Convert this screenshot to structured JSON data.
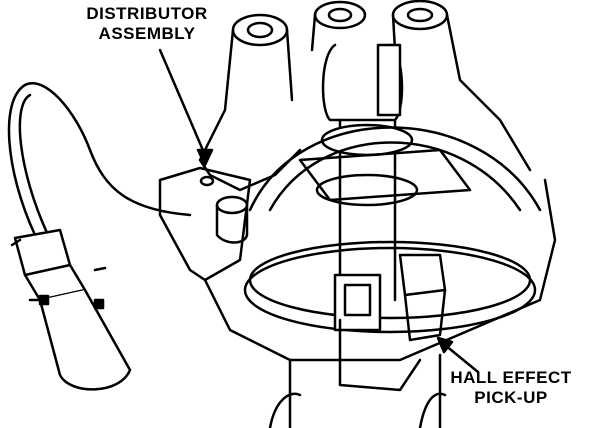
{
  "diagram": {
    "labels": {
      "distributor_line1": "DISTRIBUTOR",
      "distributor_line2": "ASSEMBLY",
      "hall_line1": "HALL EFFECT",
      "hall_line2": "PICK-UP"
    }
  }
}
